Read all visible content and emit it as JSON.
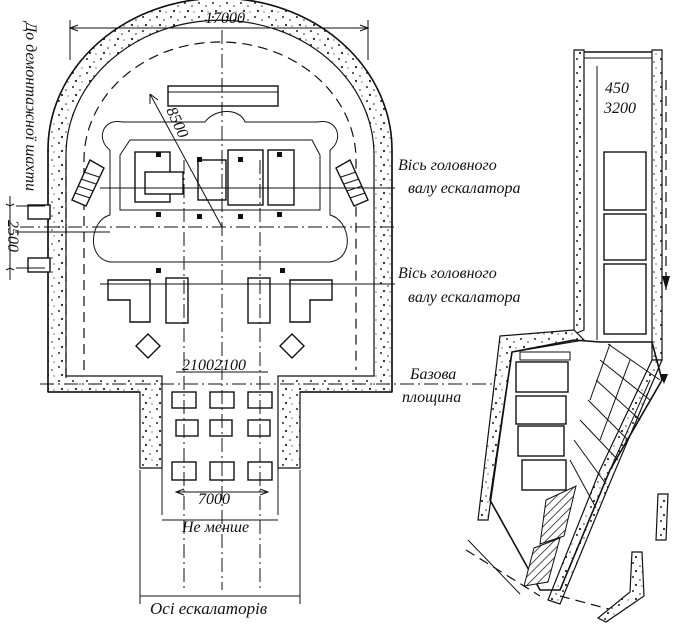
{
  "labels": {
    "dim_width": "17000",
    "radius": "8500",
    "to_shaft": "До демонтажної шахти",
    "dim_2500": "2500",
    "axis_main_shaft_1": [
      "Вісь головного",
      "валу  ескалатора"
    ],
    "axis_main_shaft_2": [
      "Вісь головного",
      "валу  ескалатора"
    ],
    "base_platform": [
      "Базова",
      "площина"
    ],
    "dim_2100": "21002100",
    "dim_7000": "7000",
    "not_less": "Не менше",
    "escalator_axes": "Осі ескалаторів",
    "dim_450": "450",
    "dim_3200": "3200"
  }
}
